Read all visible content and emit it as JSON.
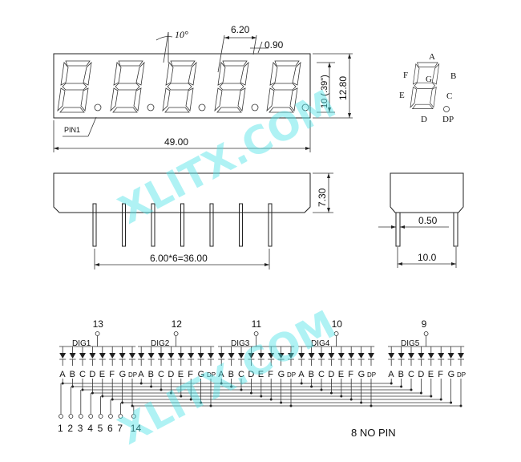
{
  "front": {
    "angle_label": "10°",
    "pitch_label": "6.20",
    "dot_label": "0.90",
    "digit_height_label": "10 (.39\")",
    "height_label": "12.80",
    "width_label": "49.00",
    "pin1_label": "PIN1"
  },
  "segments": {
    "labels": [
      "A",
      "B",
      "C",
      "D",
      "E",
      "F",
      "G",
      "DP"
    ]
  },
  "side": {
    "depth_label": "7.30",
    "pitch_total_label": "6.00*6=36.00"
  },
  "end": {
    "pin_dia_label": "0.50",
    "row_spacing_label": "10.0"
  },
  "schematic": {
    "digits": [
      {
        "name": "DIG1",
        "pin": "13"
      },
      {
        "name": "DIG2",
        "pin": "12"
      },
      {
        "name": "DIG3",
        "pin": "11"
      },
      {
        "name": "DIG4",
        "pin": "10"
      },
      {
        "name": "DIG5",
        "pin": "9"
      }
    ],
    "segment_labels": [
      "A",
      "B",
      "C",
      "D",
      "E",
      "F",
      "G",
      "DP"
    ],
    "bottom_pins": [
      "1",
      "2",
      "3",
      "4",
      "5",
      "6",
      "7",
      "14"
    ],
    "no_pin_note": "8 NO PIN"
  },
  "watermark": "XLITX.COM"
}
